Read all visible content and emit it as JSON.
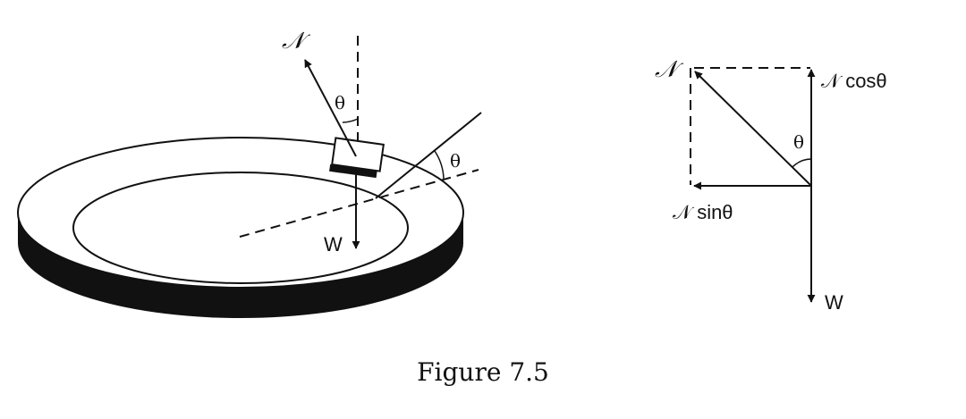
{
  "left_figure": {
    "normal_label": "𝒩",
    "normal_angle_label": "θ",
    "bank_angle_label": "θ",
    "weight_label": "W"
  },
  "right_figure": {
    "normal_label": "𝒩",
    "cos_label": "𝒩 cosθ",
    "sin_label": "𝒩 sinθ",
    "angle_label": "θ",
    "weight_label": "W"
  },
  "caption": "Figure 7.5",
  "colors": {
    "ink": "#111111",
    "background": "#ffffff"
  }
}
